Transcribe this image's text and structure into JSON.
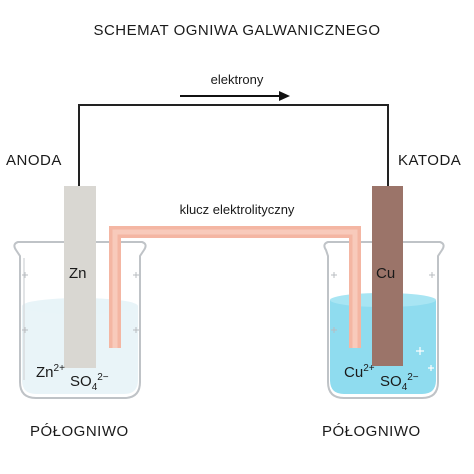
{
  "title": "SCHEMAT OGNIWA GALWANICZNEGO",
  "electron_flow_label": "elektrony",
  "anode": {
    "label": "ANODA",
    "electrode": "Zn",
    "cation": "Zn",
    "cation_charge": "2+",
    "anion": "SO",
    "anion_subscript": "4",
    "anion_charge": "2−",
    "half_cell": "PÓŁOGNIWO"
  },
  "cathode": {
    "label": "KATODA",
    "electrode": "Cu",
    "cation": "Cu",
    "cation_charge": "2+",
    "anion": "SO",
    "anion_subscript": "4",
    "anion_charge": "2−",
    "half_cell": "PÓŁOGNIWO"
  },
  "salt_bridge_label": "klucz elektrolityczny",
  "colors": {
    "zinc_electrode": "#d9d7d2",
    "copper_electrode": "#9b7469",
    "salt_bridge": "#f4b6a3",
    "left_solution": "#dff0f5",
    "right_solution": "#8fdcef",
    "wire": "#222222"
  }
}
